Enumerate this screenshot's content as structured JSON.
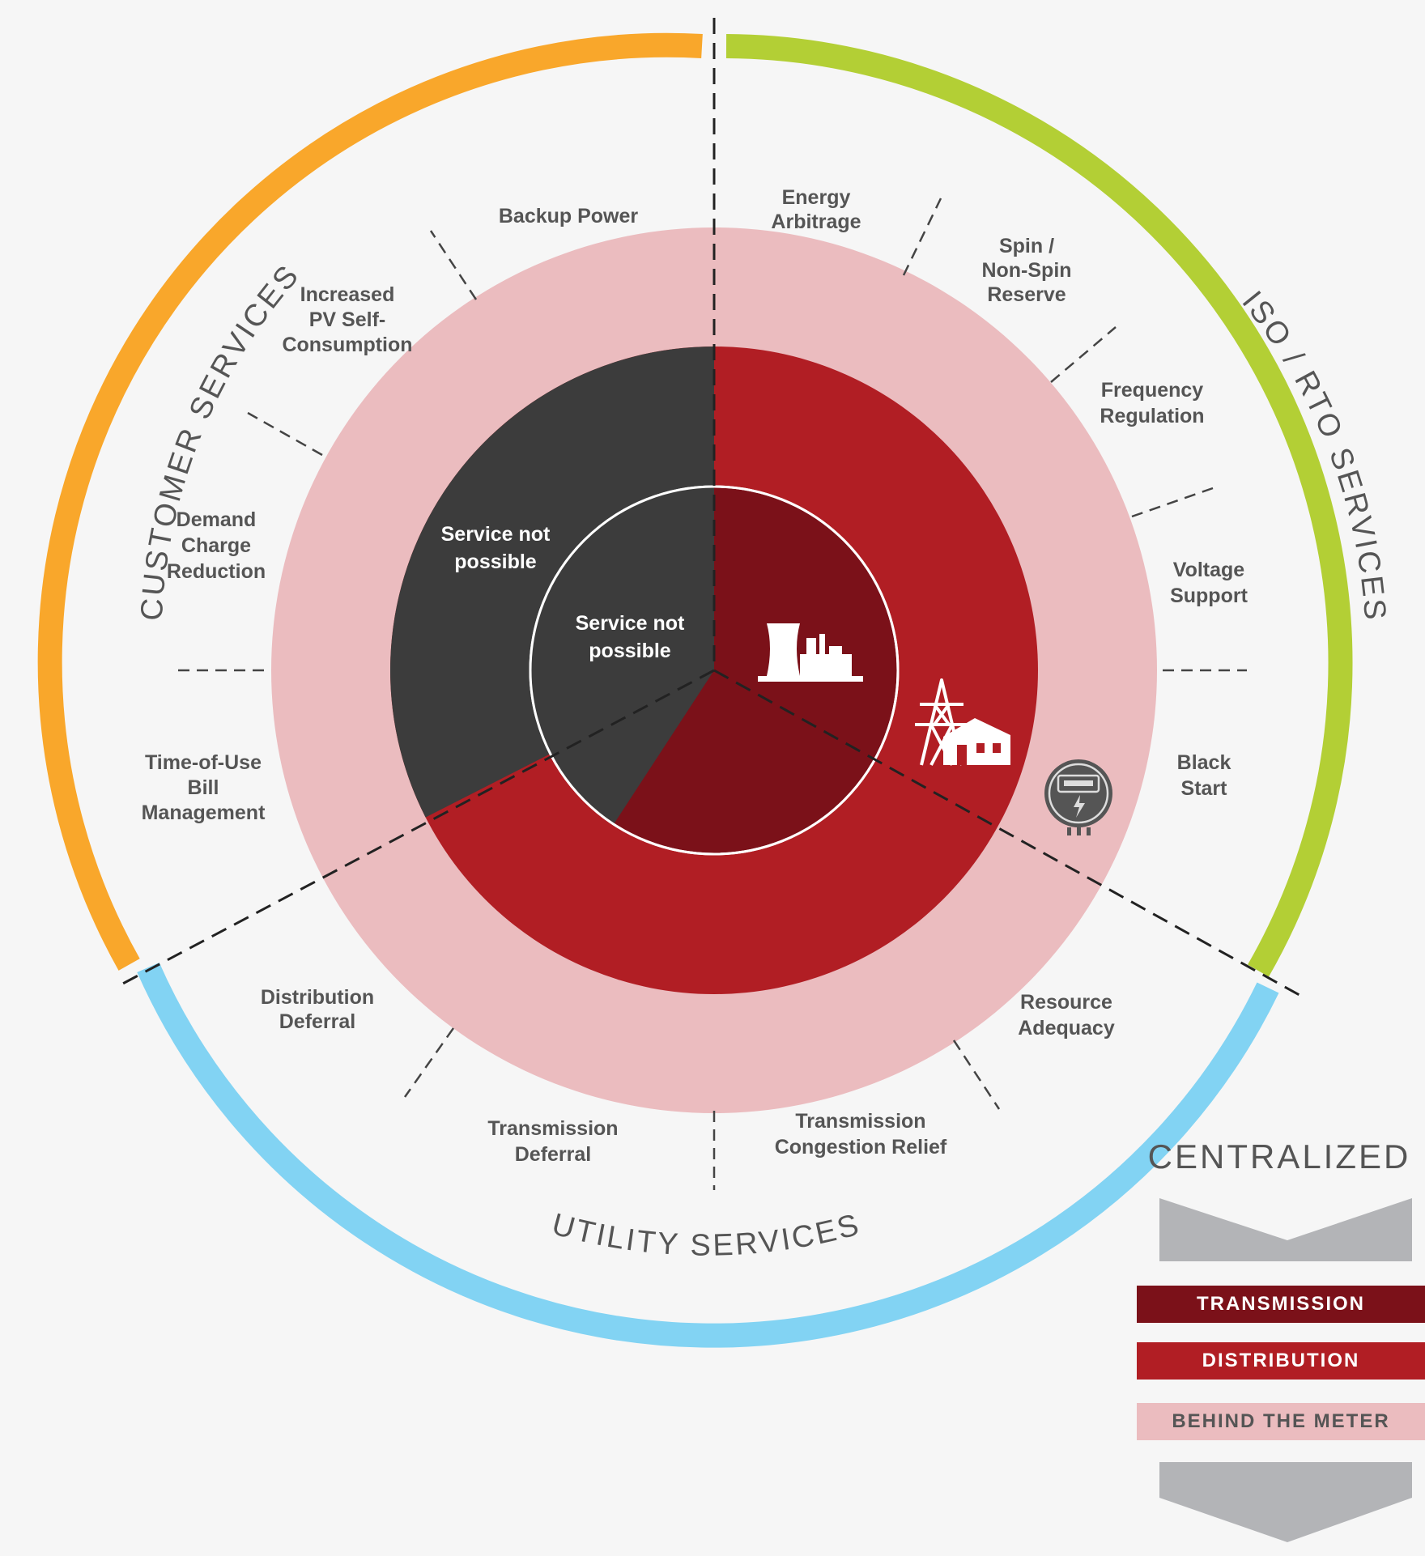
{
  "arcs": {
    "customer": {
      "title": "CUSTOMER SERVICES",
      "color": "#f9a72b"
    },
    "iso": {
      "title": "ISO / RTO SERVICES",
      "color": "#b3cf35"
    },
    "utility": {
      "title": "UTILITY SERVICES",
      "color": "#82d3f3"
    }
  },
  "services": {
    "backup_power": [
      "Backup Power"
    ],
    "energy_arbitrage": [
      "Energy",
      "Arbitrage"
    ],
    "spin_reserve": [
      "Spin /",
      "Non-Spin",
      "Reserve"
    ],
    "frequency_regulation": [
      "Frequency",
      "Regulation"
    ],
    "voltage_support": [
      "Voltage",
      "Support"
    ],
    "black_start": [
      "Black",
      "Start"
    ],
    "resource_adequacy": [
      "Resource",
      "Adequacy"
    ],
    "transmission_congestion_relief": [
      "Transmission",
      "Congestion Relief"
    ],
    "transmission_deferral": [
      "Transmission",
      "Deferral"
    ],
    "distribution_deferral": [
      "Distribution",
      "Deferral"
    ],
    "time_of_use": [
      "Time-of-Use",
      "Bill",
      "Management"
    ],
    "demand_charge": [
      "Demand",
      "Charge",
      "Reduction"
    ],
    "pv_self_consumption": [
      "Increased",
      "PV Self-",
      "Consumption"
    ]
  },
  "center": {
    "distribution_not_possible": [
      "Service not",
      "possible"
    ],
    "transmission_not_possible": [
      "Service not",
      "possible"
    ]
  },
  "legend": {
    "title": "CENTRALIZED",
    "transmission": {
      "label": "TRANSMISSION",
      "color": "#7b1119"
    },
    "distribution": {
      "label": "DISTRIBUTION",
      "color": "#b11e24"
    },
    "behind_the_meter": {
      "label": "BEHIND THE METER",
      "color": "#ebbcbf"
    }
  },
  "colors": {
    "behind_the_meter": "#ebbcbf",
    "distribution": "#b11e24",
    "transmission": "#7b1119",
    "not_possible": "#3c3c3c",
    "arrow": "#b3b4b7"
  },
  "icons": [
    "power-plant-icon",
    "transmission-tower-house-icon",
    "electric-meter-icon"
  ]
}
